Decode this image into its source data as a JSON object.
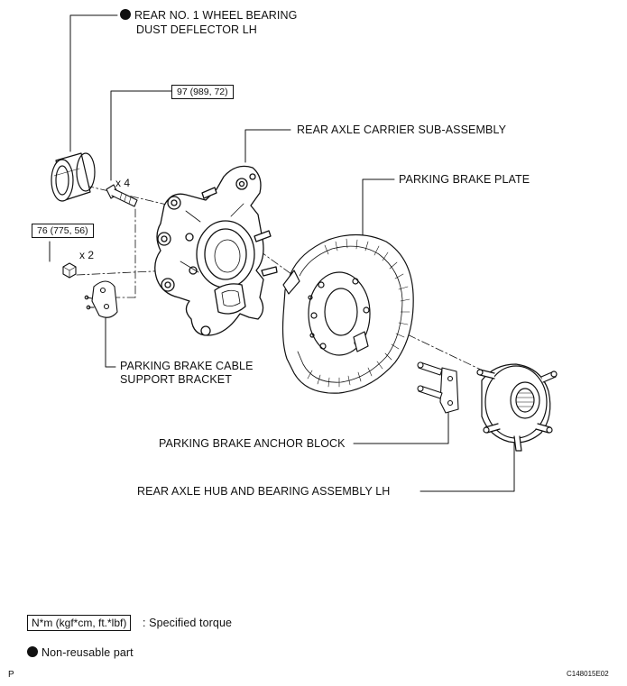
{
  "labels": {
    "dust_deflector_line1": "REAR NO. 1 WHEEL BEARING",
    "dust_deflector_line2": "DUST DEFLECTOR LH",
    "axle_carrier": "REAR AXLE CARRIER SUB-ASSEMBLY",
    "parking_brake_plate": "PARKING BRAKE PLATE",
    "cable_bracket_line1": "PARKING BRAKE CABLE",
    "cable_bracket_line2": "SUPPORT BRACKET",
    "anchor_block": "PARKING BRAKE ANCHOR BLOCK",
    "hub_bearing": "REAR AXLE HUB AND BEARING ASSEMBLY LH"
  },
  "torques": {
    "bolt_torque": "97 (989, 72)",
    "nut_torque": "76 (775, 56)"
  },
  "quantities": {
    "bolts": "x 4",
    "nuts": "x 2"
  },
  "legend": {
    "torque_unit_box": "N*m (kgf*cm, ft.*lbf)",
    "torque_text": ": Specified torque",
    "nonreusable_text": "Non-reusable part"
  },
  "corner_left": "P",
  "figure_code": "C148015E02"
}
